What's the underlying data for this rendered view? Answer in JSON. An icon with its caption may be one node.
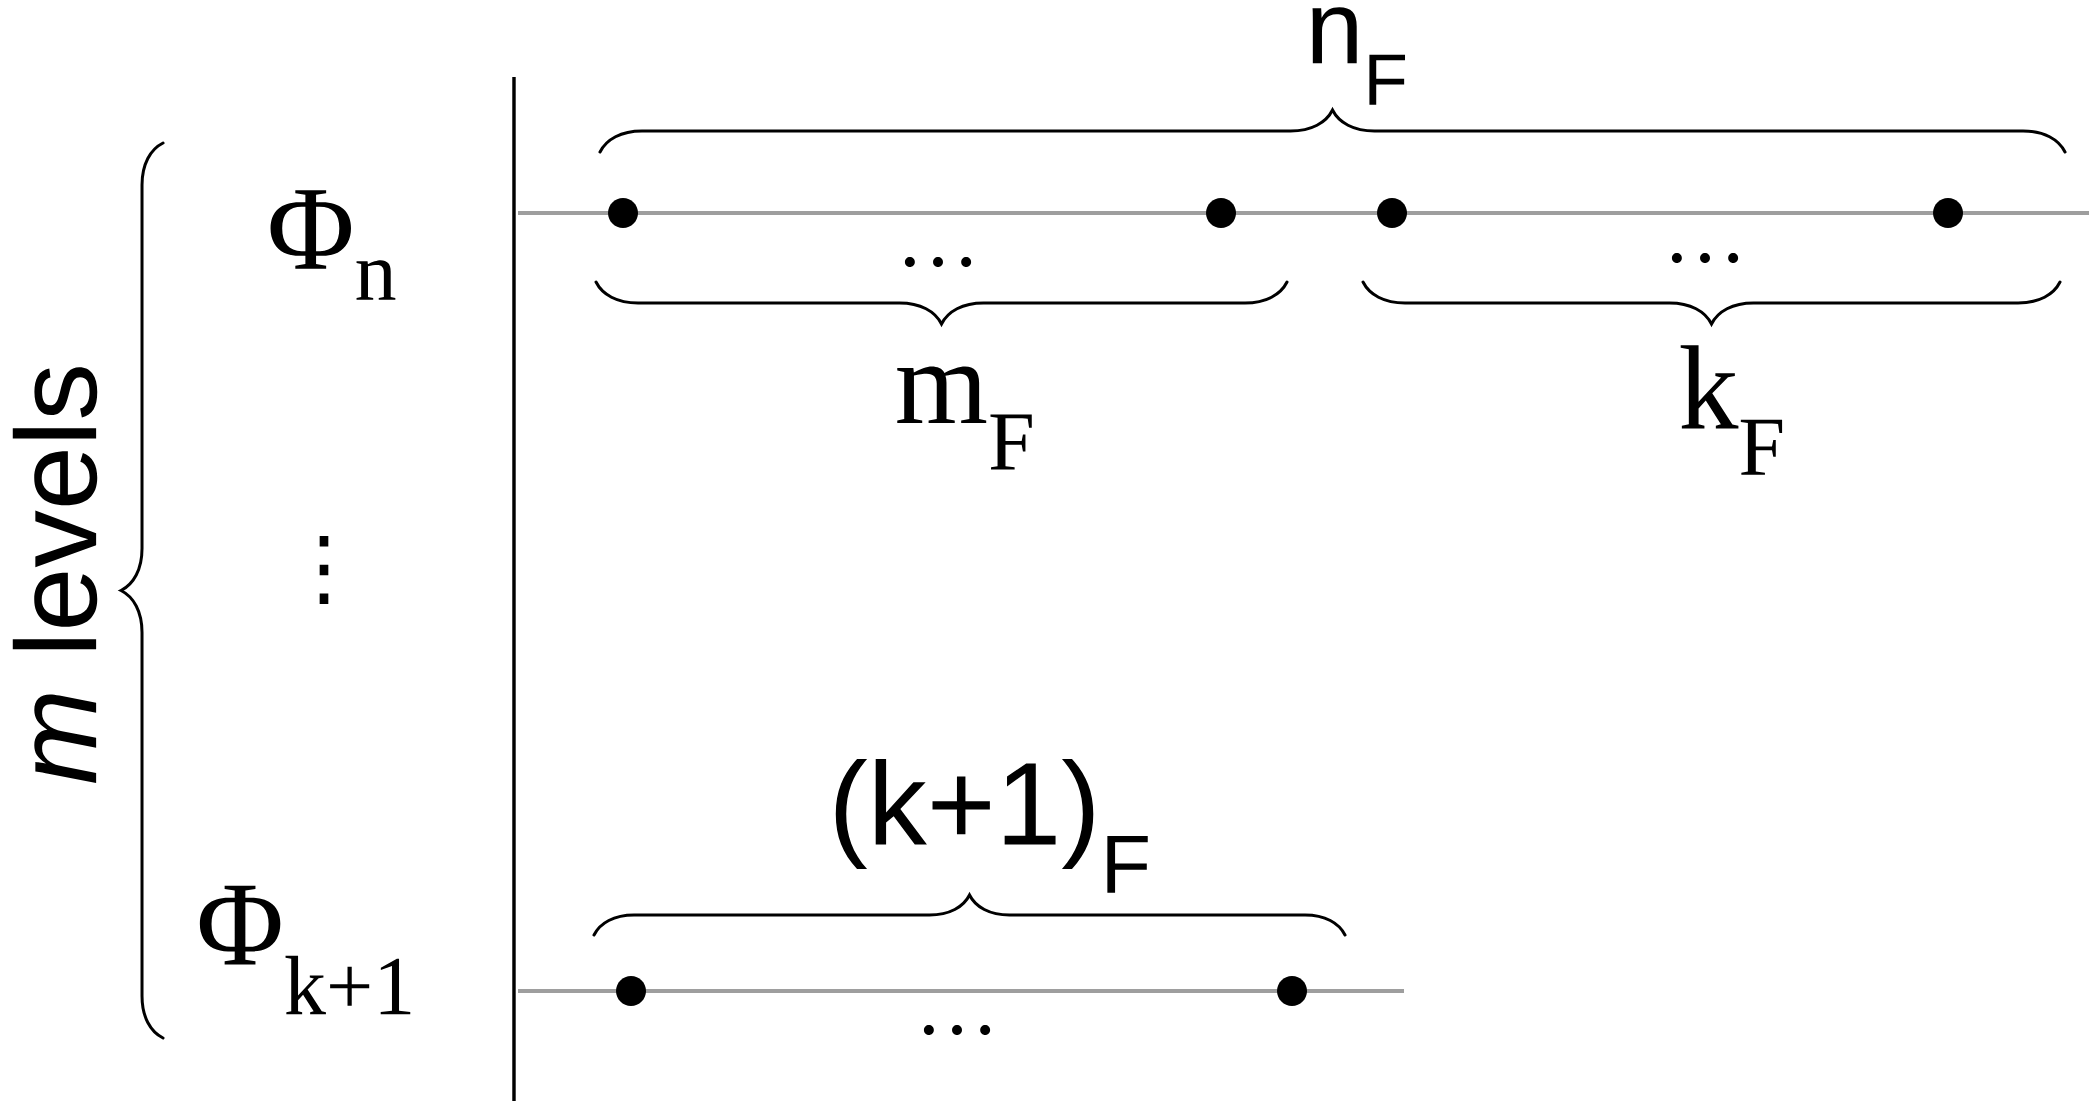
{
  "diagram": {
    "labels": [
      "n$_{F}$",
      "Φ$_{n}$",
      "…",
      "…",
      "m$_{F}$",
      "k$_{F}$",
      "*m* levels",
      "⋮",
      "(k+1)$_{F}$",
      "Φ$_{k+1}$",
      "…"
    ]
  }
}
